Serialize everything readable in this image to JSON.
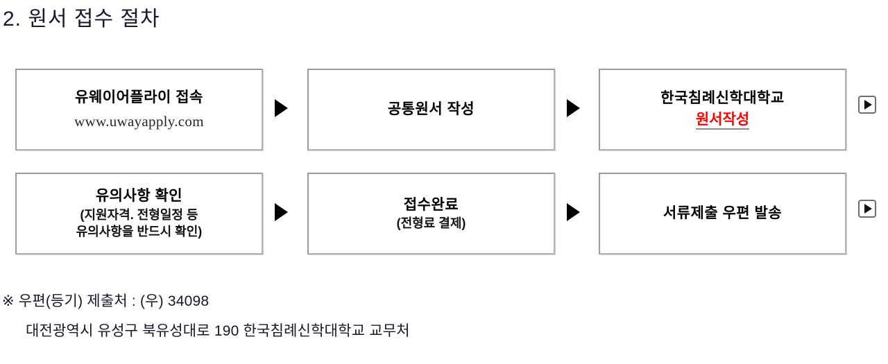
{
  "page": {
    "title": "2. 원서 접수 절차"
  },
  "flow": {
    "rows": [
      {
        "steps": [
          {
            "title": "유웨이어플라이 접속",
            "subtitle_serif": "www.uwayapply.com"
          },
          {
            "title": "공통원서 작성"
          },
          {
            "title": "한국침례신학대학교",
            "link": "원서작성"
          }
        ]
      },
      {
        "steps": [
          {
            "title": "유의사항 확인",
            "sub_line_1": "(지원자격. 전형일정 등",
            "sub_line_2": "유의사항을 반드시 확인)"
          },
          {
            "title": "접수완료",
            "sub_line_1": "(전형료 결제)"
          },
          {
            "title": "서류제출 우편 발송"
          }
        ]
      }
    ],
    "arrow_icon": "play-triangle-icon",
    "boxed_arrow_icon": "boxed-play-triangle-icon"
  },
  "notes": {
    "mark": "※",
    "line_1": "우편(등기) 제출처 : (우) 34098",
    "line_2": "대전광역시 유성구 북유성대로 190 한국침례신학대학교 교무처"
  },
  "colors": {
    "link_red": "#ff0000",
    "box_border": "#9a9a9a",
    "text": "#16162b"
  }
}
